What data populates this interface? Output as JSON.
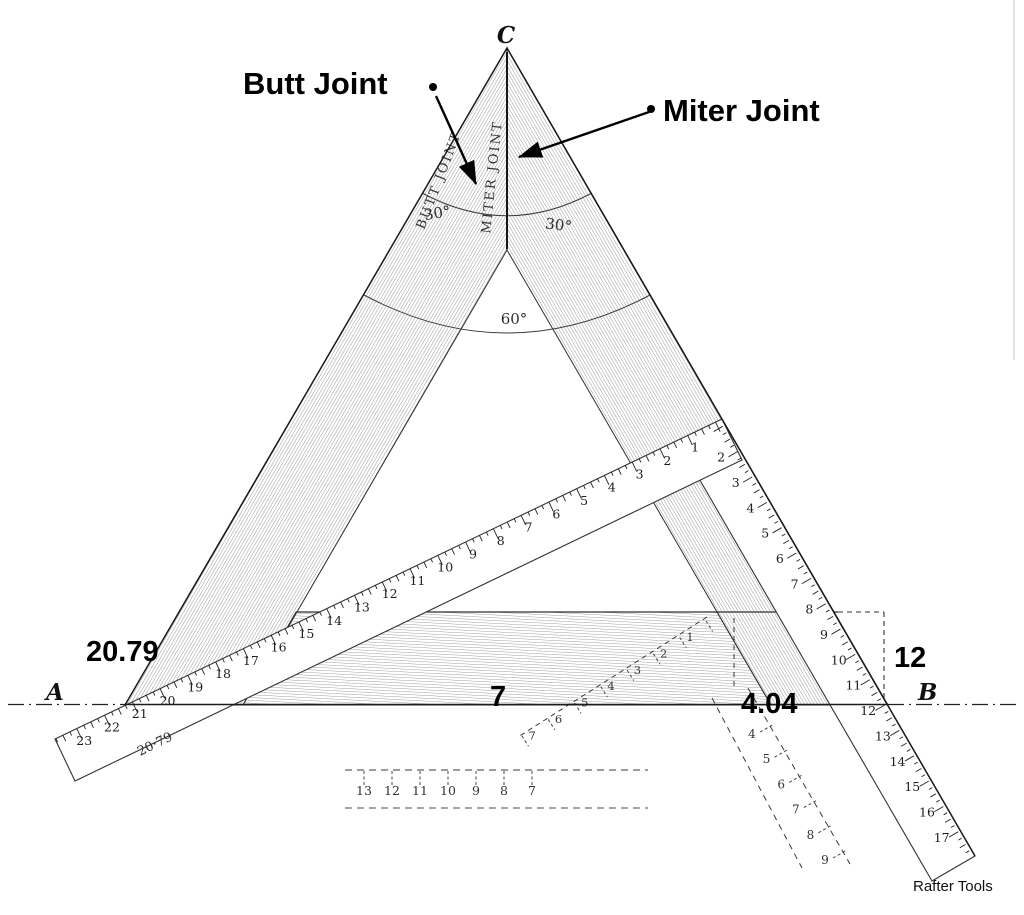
{
  "labels": {
    "vertex_a": "A",
    "vertex_b": "B",
    "vertex_c": "C",
    "butt_joint": "Butt Joint",
    "miter_joint": "Miter Joint",
    "butt_joint_engraved": "BUTT JOINT",
    "miter_joint_engraved": "MITER JOINT",
    "angle_left": "30°",
    "angle_right": "30°",
    "angle_bottom": "60°",
    "dim_left": "20.79",
    "dim_right": "12",
    "dim_bottom": "7",
    "dim_diag": "4.04",
    "blade_dim": "20·79",
    "watermark": "Rafter Tools"
  },
  "rulers": {
    "blade_numbers": [
      1,
      2,
      3,
      4,
      5,
      6,
      7,
      8,
      9,
      10,
      11,
      12,
      13,
      14,
      15,
      16,
      17,
      18,
      19,
      20,
      21,
      22,
      23
    ],
    "tongue_numbers": [
      2,
      3,
      4,
      5,
      6,
      7,
      8,
      9,
      10,
      11,
      12,
      13,
      14,
      15,
      16,
      17
    ],
    "dashed_inner_numbers": [
      1,
      2,
      3,
      4,
      5,
      6,
      7
    ],
    "dashed_horizontal_numbers": [
      13,
      12,
      11,
      10,
      9,
      8,
      7
    ],
    "dashed_diagonal_numbers": [
      4,
      5,
      6,
      7,
      8,
      9
    ]
  },
  "colors": {
    "ink": "#111111",
    "engrave": "#333333",
    "hatch": "#707070",
    "paper": "#ffffff"
  }
}
